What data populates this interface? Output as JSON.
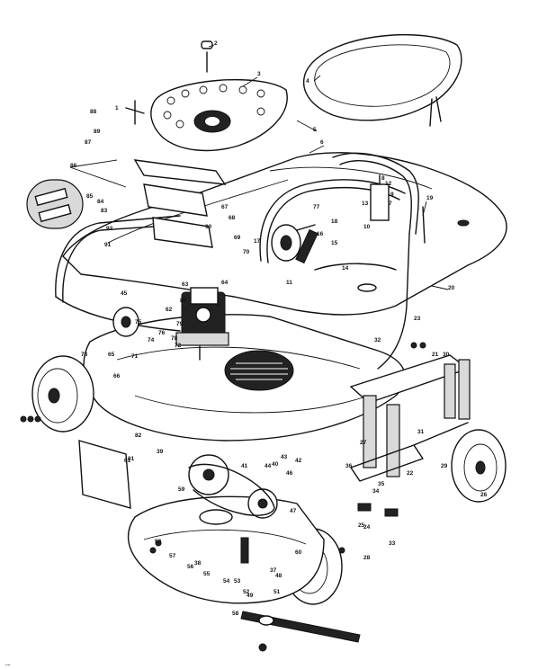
{
  "diagram": {
    "footer_mark": "....",
    "callouts": [
      "1",
      "2",
      "3",
      "4",
      "5",
      "6",
      "7",
      "8",
      "9",
      "10",
      "11",
      "12",
      "13",
      "14",
      "15",
      "16",
      "17",
      "18",
      "19",
      "20",
      "21",
      "22",
      "23",
      "24",
      "25",
      "26",
      "27",
      "28",
      "29",
      "30",
      "31",
      "32",
      "33",
      "34",
      "35",
      "36",
      "37",
      "38",
      "39",
      "40",
      "41",
      "42",
      "43",
      "44",
      "45",
      "46",
      "47",
      "48",
      "49",
      "50",
      "51",
      "52",
      "53",
      "54",
      "55",
      "56",
      "57",
      "58",
      "59",
      "60",
      "61",
      "62",
      "63",
      "64",
      "65",
      "66",
      "67",
      "68",
      "69",
      "70",
      "71",
      "72",
      "73",
      "74",
      "75",
      "76",
      "77",
      "78",
      "79",
      "80",
      "81",
      "82",
      "83",
      "84",
      "85",
      "86",
      "87",
      "88",
      "89",
      "90",
      "91",
      "92"
    ]
  }
}
